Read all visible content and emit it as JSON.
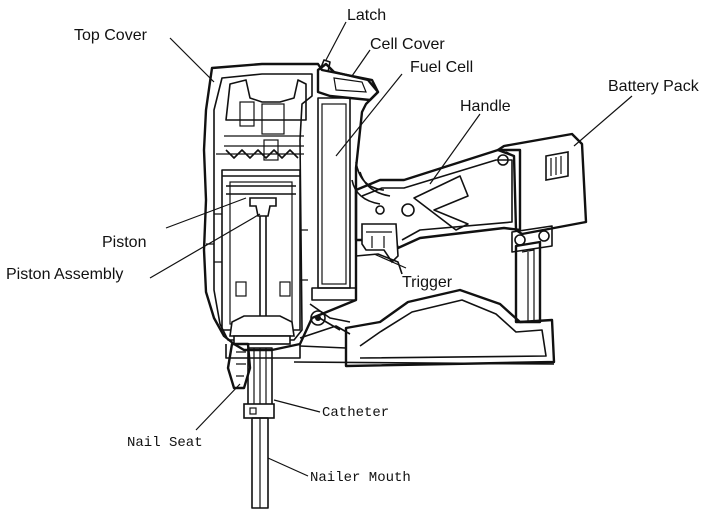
{
  "labels": {
    "latch": "Latch",
    "top_cover": "Top Cover",
    "cell_cover": "Cell Cover",
    "fuel_cell": "Fuel Cell",
    "battery_pack": "Battery Pack",
    "handle": "Handle",
    "piston": "Piston",
    "piston_assembly": "Piston Assembly",
    "trigger": "Trigger",
    "catheter": "Catheter",
    "nail_seat": "Nail Seat",
    "nailer_mouth": "Nailer Mouth"
  }
}
